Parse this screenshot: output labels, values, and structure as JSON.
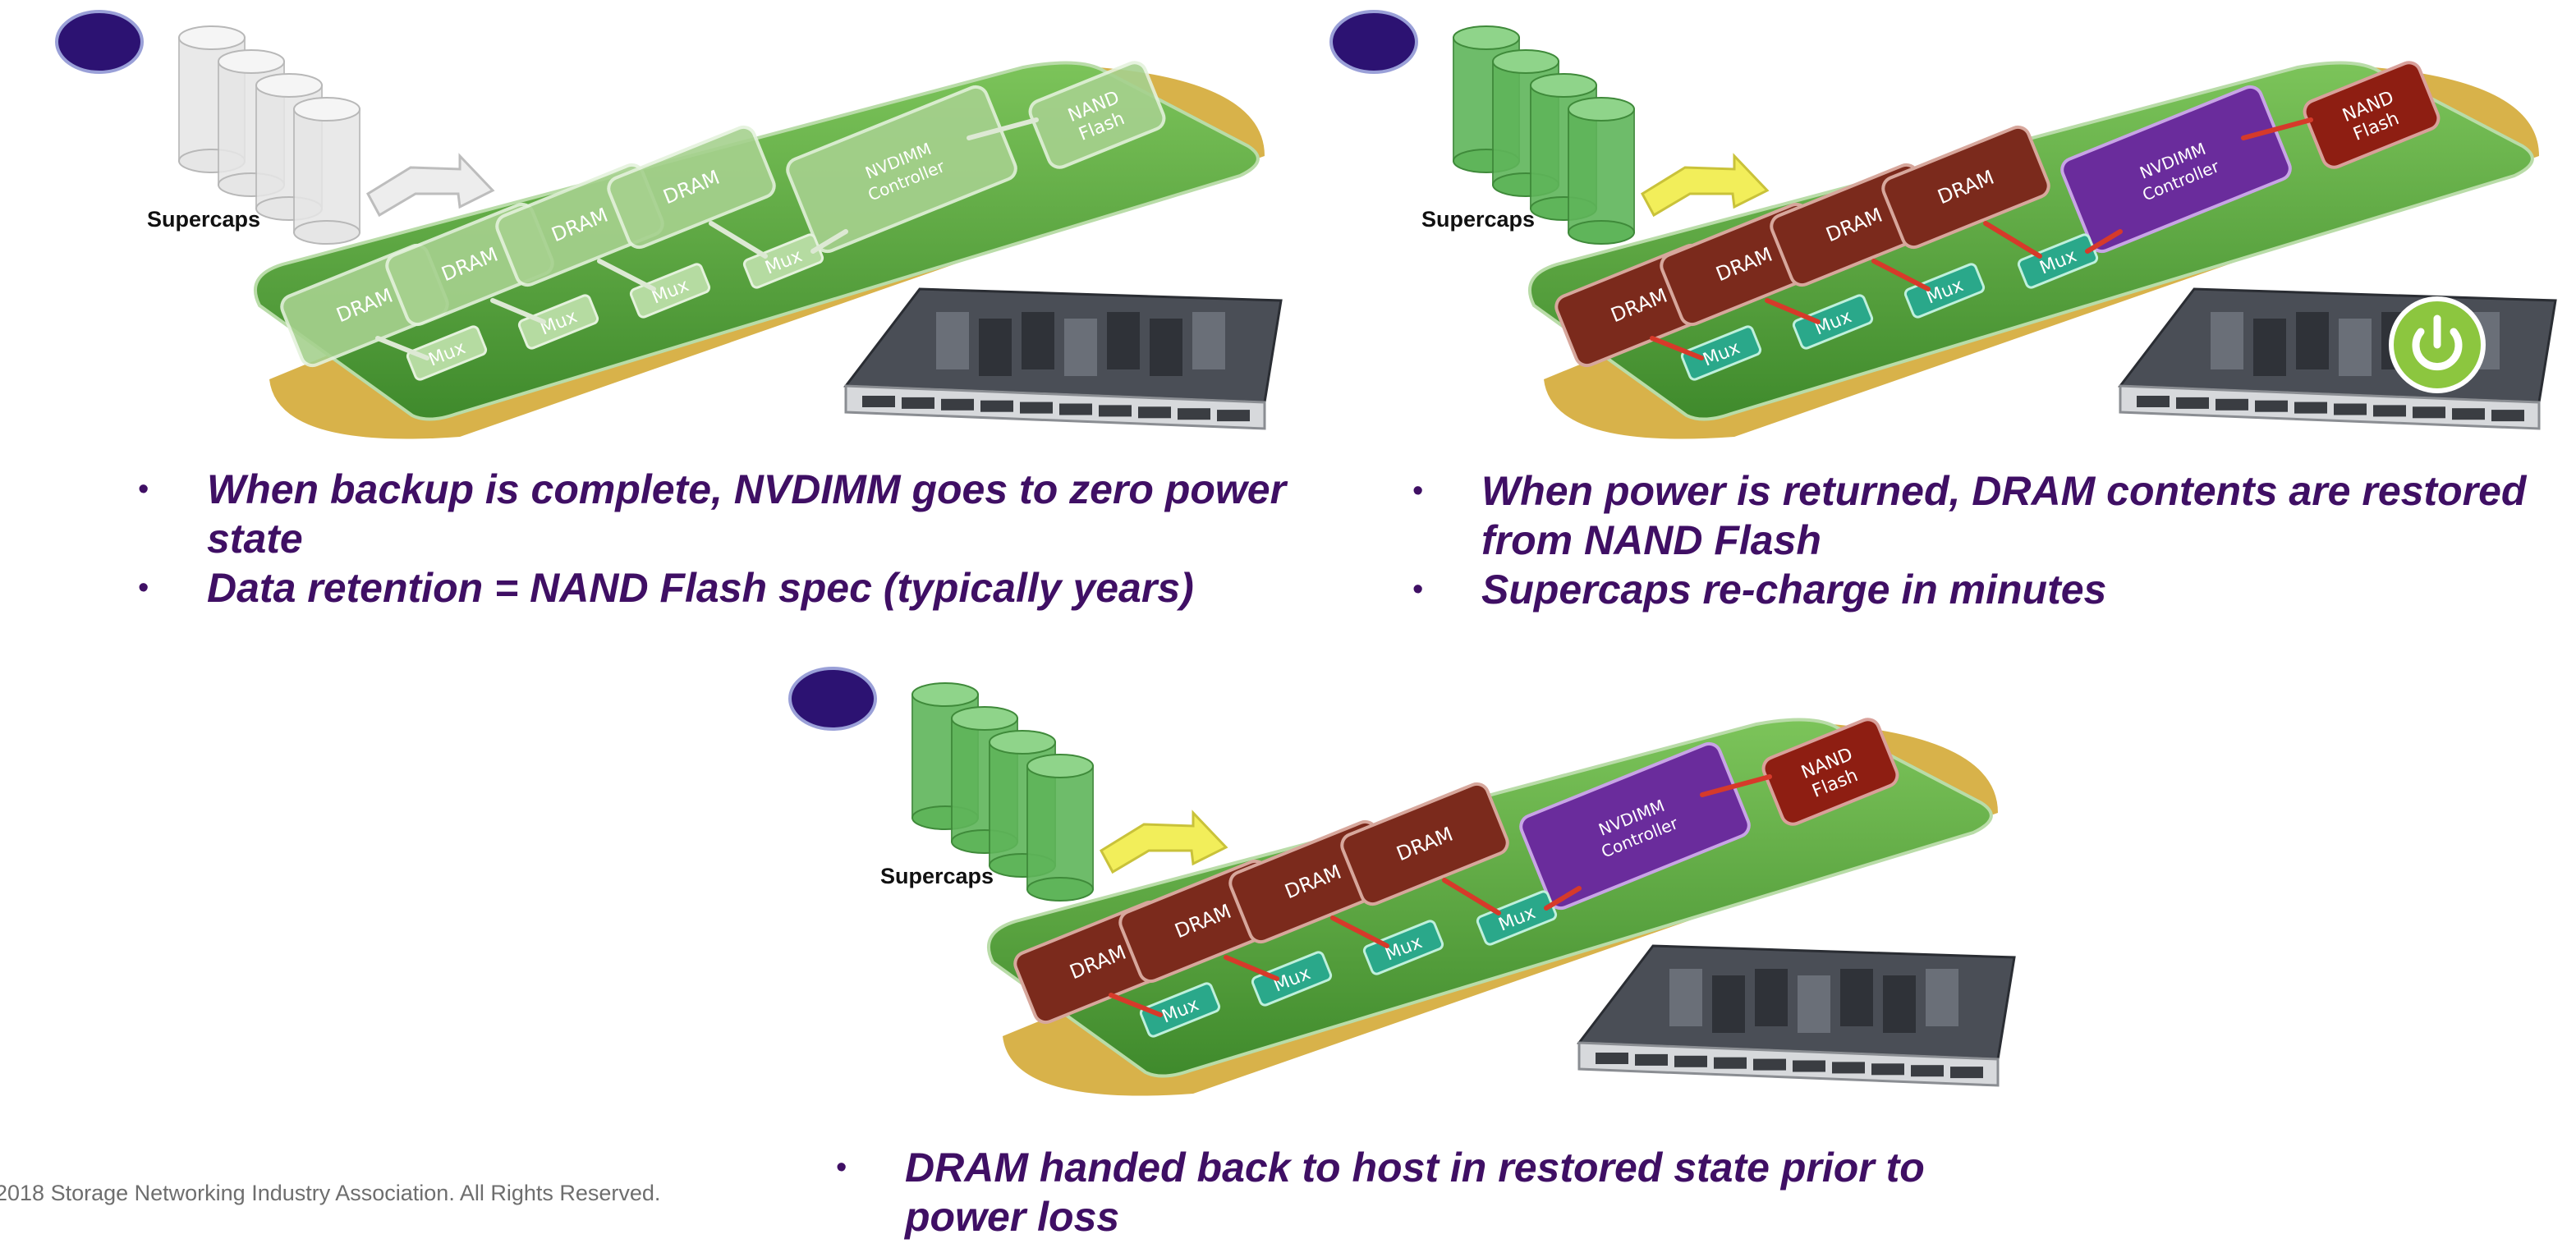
{
  "colors": {
    "bullet_text": "#3f0f64",
    "logo_circle": "#2c1272",
    "board_green": "#5aa83a",
    "dram_dark": "#7b2a1c",
    "nand_dark": "#8e1e12",
    "controller_active": "#6a2c9c",
    "mux_active": "#2aa88a",
    "gold_edge": "#d8b24a",
    "power_button": "#8cc63f",
    "footer_text": "#6e6e6e"
  },
  "labels": {
    "supercaps": "Supercaps",
    "dram": "DRAM",
    "mux": "Mux",
    "controller_line1": "NVDIMM",
    "controller_line2": "Controller",
    "nand_line1": "NAND",
    "nand_line2": "Flash"
  },
  "panels": [
    {
      "state": "zero-power",
      "bullets": [
        "When backup is complete, NVDIMM goes to zero power state",
        "Data retention = NAND Flash spec (typically years)"
      ]
    },
    {
      "state": "restore",
      "power_icon": "power-button-icon",
      "bullets": [
        "When power is returned, DRAM contents are restored from NAND Flash",
        "Supercaps re-charge in minutes"
      ]
    },
    {
      "state": "handback",
      "bullets": [
        "DRAM handed back to host in restored state prior to power loss"
      ]
    }
  ],
  "footer": "2018 Storage Networking Industry Association. All Rights Reserved."
}
